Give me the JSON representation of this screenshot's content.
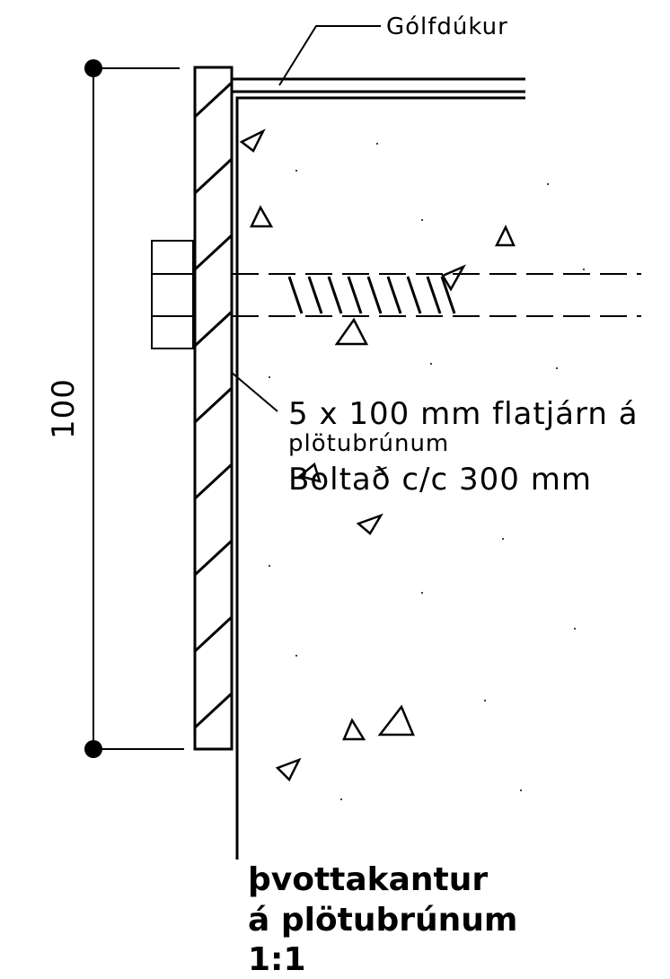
{
  "drawing": {
    "labels": {
      "floor_covering": "Gólfdúkur",
      "dimension": "100",
      "note_line_1": "5 x 100 mm flatjárn á",
      "note_line_2": "plötubrúnum",
      "note_line_3": "Boltað c/c 300 mm"
    },
    "title": {
      "line_1": "þvottakantur",
      "line_2": "á plötubrúnum",
      "line_3": "1:1"
    }
  }
}
